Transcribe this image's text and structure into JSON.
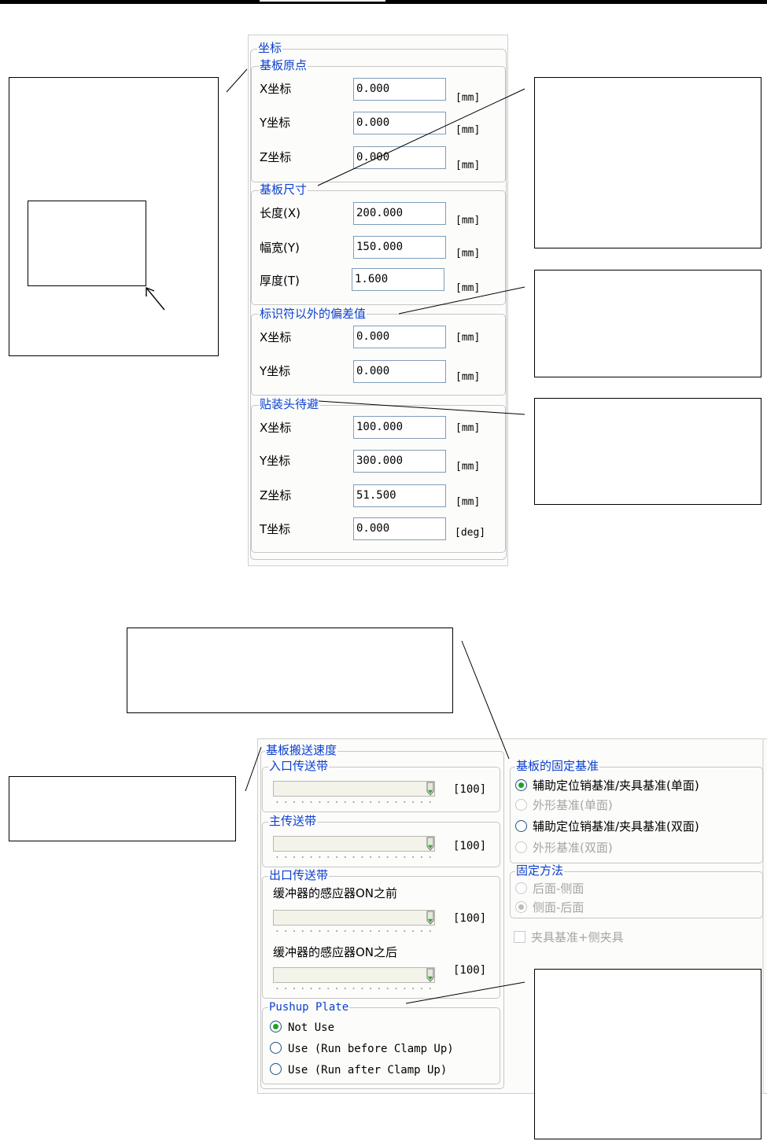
{
  "coord_panel": {
    "title": "坐标",
    "origin": {
      "title": "基板原点",
      "x_label": "X坐标",
      "x_value": "0.000",
      "x_unit": "[mm]",
      "y_label": "Y坐标",
      "y_value": "0.000",
      "y_unit": "[mm]",
      "z_label": "Z坐标",
      "z_value": "0.000",
      "z_unit": "[mm]"
    },
    "size": {
      "title": "基板尺寸",
      "length_label": "长度(X)",
      "length_value": "200.000",
      "length_unit": "[mm]",
      "width_label": "幅宽(Y)",
      "width_value": "150.000",
      "width_unit": "[mm]",
      "thickness_label": "厚度(T)",
      "thickness_value": "1.600",
      "thickness_unit": "[mm]"
    },
    "offset": {
      "title": "标识符以外的偏差值",
      "x_label": "X坐标",
      "x_value": "0.000",
      "x_unit": "[mm]",
      "y_label": "Y坐标",
      "y_value": "0.000",
      "y_unit": "[mm]"
    },
    "head_standby": {
      "title": "贴装头待避",
      "x_label": "X坐标",
      "x_value": "100.000",
      "x_unit": "[mm]",
      "y_label": "Y坐标",
      "y_value": "300.000",
      "y_unit": "[mm]",
      "z_label": "Z坐标",
      "z_value": "51.500",
      "z_unit": "[mm]",
      "t_label": "T坐标",
      "t_value": "0.000",
      "t_unit": "[deg]"
    }
  },
  "conveyor_panel": {
    "title": "基板搬送速度",
    "inlet": {
      "title": "入口传送带",
      "value_text": "[100]",
      "level_percent": 100
    },
    "main": {
      "title": "主传送带",
      "value_text": "[100]",
      "level_percent": 100
    },
    "outlet": {
      "title": "出口传送带",
      "before_label": "缓冲器的感应器ON之前",
      "before_value_text": "[100]",
      "before_level_percent": 100,
      "after_label": "缓冲器的感应器ON之后",
      "after_value_text": "[100]",
      "after_level_percent": 100
    },
    "pushup": {
      "title": "Pushup Plate",
      "options": [
        "Not Use",
        "Use (Run before Clamp Up)",
        "Use (Run after Clamp Up)"
      ],
      "selected_index": 0
    },
    "fix_ref": {
      "title": "基板的固定基准",
      "options": [
        "辅助定位销基准/夹具基准(单面)",
        "外形基准(单面)",
        "辅助定位销基准/夹具基准(双面)",
        "外形基准(双面)"
      ],
      "selected_index": 0
    },
    "fix_method": {
      "title": "固定方法",
      "options": [
        "后面-侧面",
        "侧面-后面"
      ],
      "selected_index": 1
    },
    "checkbox_label": "夹具基准+侧夹具",
    "checkbox_checked": false
  },
  "colors": {
    "group_title": "#0b3fcf",
    "radio_selected": "#21a121",
    "disabled_text": "#a5a5a5",
    "input_border": "#7f9db9"
  }
}
